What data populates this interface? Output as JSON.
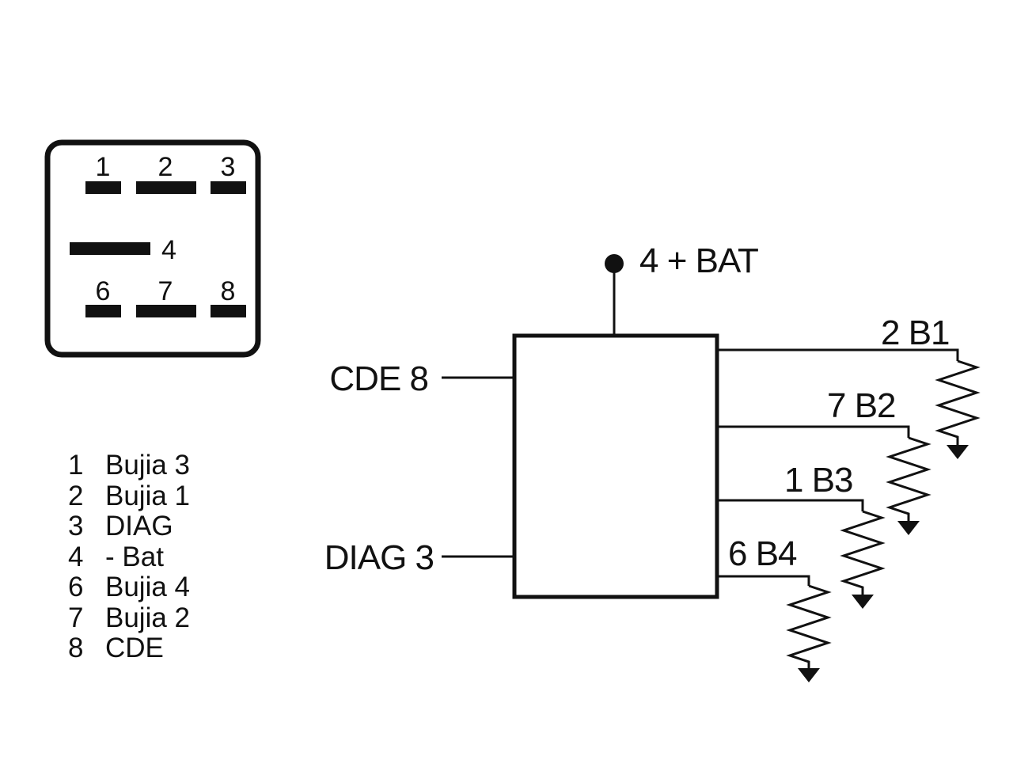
{
  "colors": {
    "ink": "#111111",
    "background": "#ffffff"
  },
  "connector": {
    "pins": [
      {
        "num": "1"
      },
      {
        "num": "2"
      },
      {
        "num": "3"
      },
      {
        "num": "4"
      },
      {
        "num": "6"
      },
      {
        "num": "7"
      },
      {
        "num": "8"
      }
    ]
  },
  "legend": [
    {
      "num": "1",
      "text": "Bujia 3"
    },
    {
      "num": "2",
      "text": "Bujia 1"
    },
    {
      "num": "3",
      "text": "DIAG"
    },
    {
      "num": "4",
      "text": "- Bat"
    },
    {
      "num": "6",
      "text": "Bujia 4"
    },
    {
      "num": "7",
      "text": "Bujia 2"
    },
    {
      "num": "8",
      "text": "CDE"
    }
  ],
  "schematic": {
    "supply_label": "4 + BAT",
    "inputs": [
      {
        "label": "CDE 8"
      },
      {
        "label": "DIAG 3"
      }
    ],
    "outputs": [
      {
        "label": "2 B1"
      },
      {
        "label": "7 B2"
      },
      {
        "label": "1 B3"
      },
      {
        "label": "6 B4"
      }
    ]
  }
}
